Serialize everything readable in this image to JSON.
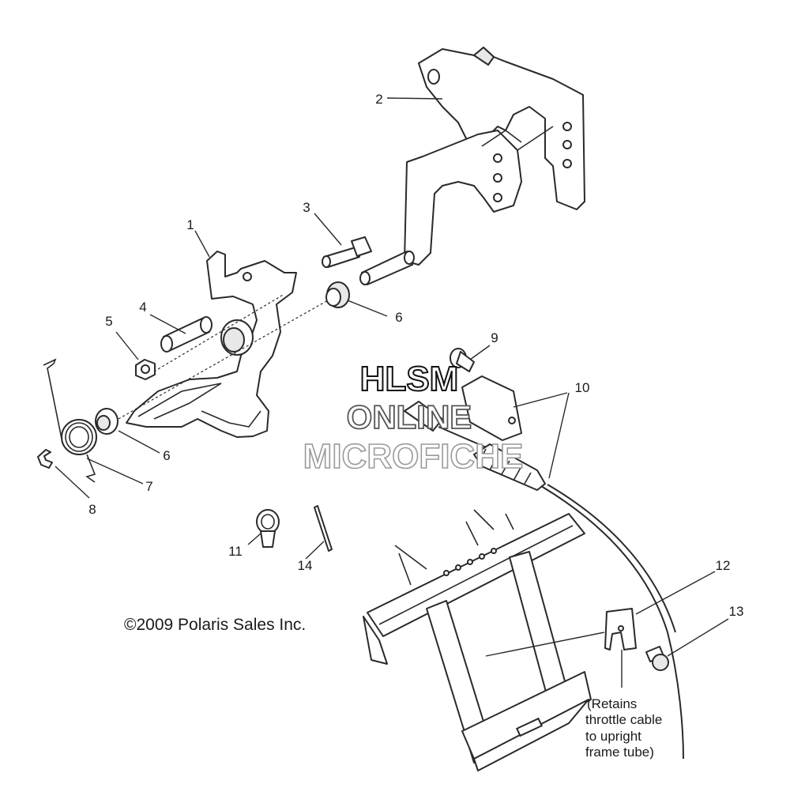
{
  "callouts": {
    "c1": "1",
    "c2": "2",
    "c3": "3",
    "c4": "4",
    "c5": "5",
    "c6a": "6",
    "c6b": "6",
    "c7": "7",
    "c8": "8",
    "c9": "9",
    "c10": "10",
    "c11": "11",
    "c12": "12",
    "c13": "13",
    "c14": "14"
  },
  "note": {
    "line1": "(Retains",
    "line2": "throttle cable",
    "line3": "to upright",
    "line4": "frame tube)"
  },
  "copyright": "©2009 Polaris Sales Inc.",
  "watermark": {
    "line1": "HLSM",
    "line2": "ONLINE",
    "line3": "MICROFICHE"
  }
}
